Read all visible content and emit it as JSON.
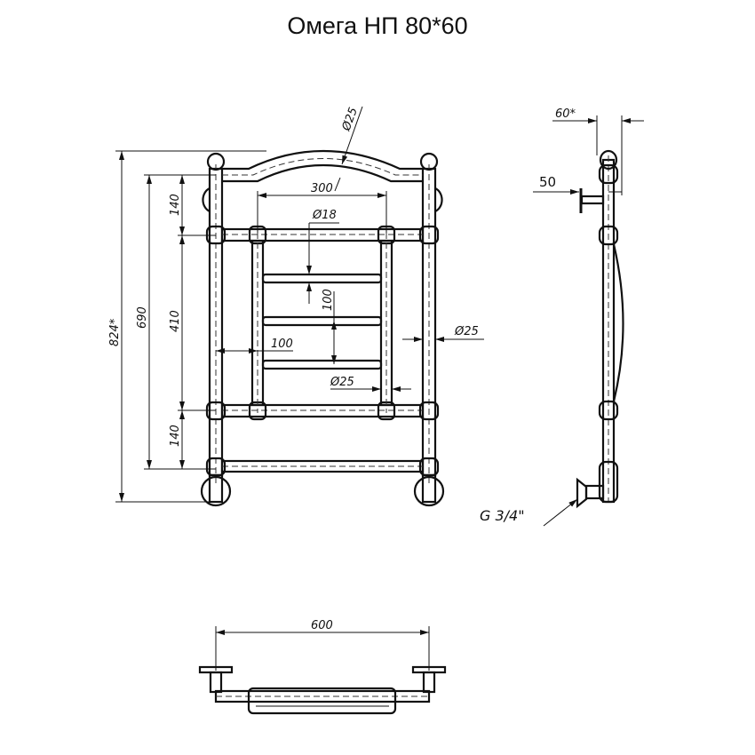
{
  "title": "Омега НП 80*60",
  "front_view": {
    "dim_top_arc_diameter": "Ø25",
    "dim_inner_width": "300",
    "dim_bar_diameter": "Ø18",
    "dim_total_height": "824*",
    "dim_axis_height": "690",
    "dim_top_spacing": "140",
    "dim_middle_spacing": "410",
    "dim_bottom_spacing": "140",
    "dim_bar_pitch": "100",
    "dim_post_offset": "100",
    "dim_inner_post_diameter": "Ø25",
    "dim_outer_post_diameter": "Ø25"
  },
  "side_view": {
    "dim_depth": "60*",
    "dim_wall_distance": "50",
    "thread_label": "G 3/4\""
  },
  "bottom_view": {
    "dim_width": "600"
  }
}
